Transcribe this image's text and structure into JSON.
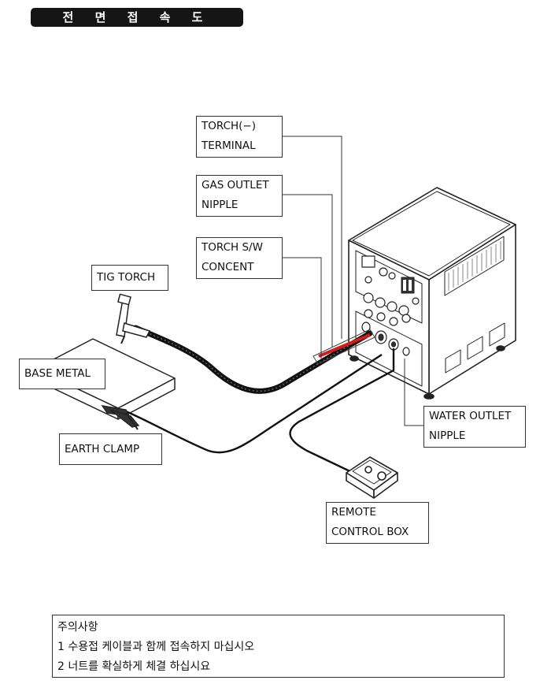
{
  "title": "전 면 접 속 도",
  "labels": {
    "torch_terminal": [
      "TORCH(−)",
      "TERMINAL"
    ],
    "gas_outlet": [
      "GAS OUTLET",
      "NIPPLE"
    ],
    "torch_sw": [
      "TORCH S/W",
      "CONCENT"
    ],
    "tig_torch": "TIG TORCH",
    "base_metal": "BASE METAL",
    "earth_clamp": "EARTH CLAMP",
    "water_outlet": [
      "WATER OUTLET",
      "NIPPLE"
    ],
    "remote_box": [
      "REMOTE",
      "CONTROL BOX"
    ]
  },
  "notes": {
    "heading": "주의사항",
    "items": [
      "1 수용접 케이블과 함께 접속하지 마십시오",
      "2 너트를 확실하게 체결 하십시요"
    ]
  }
}
